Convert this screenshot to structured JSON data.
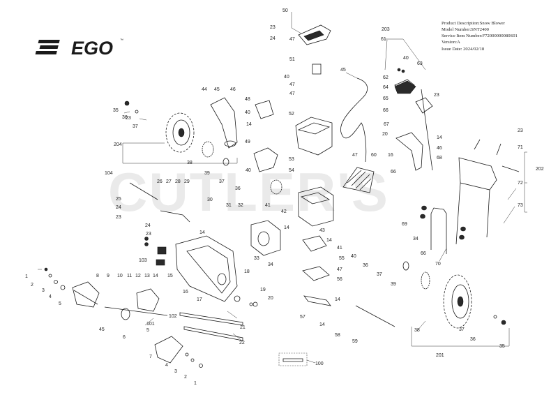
{
  "brand": {
    "logo_text": "EGO",
    "trademark": "™"
  },
  "watermark": "CUTLER'S",
  "product_info": {
    "description": "Product Description:Snow Blower",
    "model": "Model Number:SNT2400",
    "service_item": "Service Item Number:F72000000080S01",
    "version": "Version:A",
    "issue_date": "Issue Date: 2024/02/18"
  },
  "callouts": [
    {
      "id": "c1",
      "t": "1"
    },
    {
      "id": "c2",
      "t": "2"
    },
    {
      "id": "c3",
      "t": "3"
    },
    {
      "id": "c4",
      "t": "4"
    },
    {
      "id": "c5",
      "t": "5"
    },
    {
      "id": "c6",
      "t": "6"
    },
    {
      "id": "c7",
      "t": "7"
    },
    {
      "id": "c8",
      "t": "8"
    },
    {
      "id": "c9",
      "t": "9"
    },
    {
      "id": "c10",
      "t": "10"
    },
    {
      "id": "c11",
      "t": "11"
    },
    {
      "id": "c12",
      "t": "12"
    },
    {
      "id": "c13",
      "t": "13"
    },
    {
      "id": "c14a",
      "t": "14"
    },
    {
      "id": "c15",
      "t": "15"
    },
    {
      "id": "c16",
      "t": "16"
    },
    {
      "id": "c17",
      "t": "17"
    },
    {
      "id": "c18",
      "t": "18"
    },
    {
      "id": "c19",
      "t": "19"
    },
    {
      "id": "c20",
      "t": "20"
    },
    {
      "id": "c21",
      "t": "21"
    },
    {
      "id": "c22",
      "t": "22"
    },
    {
      "id": "c23a",
      "t": "23"
    },
    {
      "id": "c24a",
      "t": "24"
    },
    {
      "id": "c25",
      "t": "25"
    },
    {
      "id": "c26",
      "t": "26"
    },
    {
      "id": "c27",
      "t": "27"
    },
    {
      "id": "c28",
      "t": "28"
    },
    {
      "id": "c29",
      "t": "29"
    },
    {
      "id": "c30",
      "t": "30"
    },
    {
      "id": "c31",
      "t": "31"
    },
    {
      "id": "c32",
      "t": "32"
    },
    {
      "id": "c33",
      "t": "33"
    },
    {
      "id": "c34a",
      "t": "34"
    },
    {
      "id": "c35a",
      "t": "35"
    },
    {
      "id": "c36a",
      "t": "36"
    },
    {
      "id": "c37a",
      "t": "37"
    },
    {
      "id": "c38a",
      "t": "38"
    },
    {
      "id": "c39a",
      "t": "39"
    },
    {
      "id": "c40a",
      "t": "40"
    },
    {
      "id": "c41a",
      "t": "41"
    },
    {
      "id": "c42",
      "t": "42"
    },
    {
      "id": "c43",
      "t": "43"
    },
    {
      "id": "c44",
      "t": "44"
    },
    {
      "id": "c45a",
      "t": "45"
    },
    {
      "id": "c46a",
      "t": "46"
    },
    {
      "id": "c47a",
      "t": "47"
    },
    {
      "id": "c48",
      "t": "48"
    },
    {
      "id": "c49",
      "t": "49"
    },
    {
      "id": "c50",
      "t": "50"
    },
    {
      "id": "c51",
      "t": "51"
    },
    {
      "id": "c52",
      "t": "52"
    },
    {
      "id": "c53",
      "t": "53"
    },
    {
      "id": "c54",
      "t": "54"
    },
    {
      "id": "c55",
      "t": "55"
    },
    {
      "id": "c56",
      "t": "56"
    },
    {
      "id": "c57",
      "t": "57"
    },
    {
      "id": "c58",
      "t": "58"
    },
    {
      "id": "c59",
      "t": "59"
    },
    {
      "id": "c60",
      "t": "60"
    },
    {
      "id": "c61",
      "t": "61"
    },
    {
      "id": "c62",
      "t": "62"
    },
    {
      "id": "c63",
      "t": "63"
    },
    {
      "id": "c64",
      "t": "64"
    },
    {
      "id": "c65",
      "t": "65"
    },
    {
      "id": "c66a",
      "t": "66"
    },
    {
      "id": "c67",
      "t": "67"
    },
    {
      "id": "c68",
      "t": "68"
    },
    {
      "id": "c69",
      "t": "69"
    },
    {
      "id": "c70",
      "t": "70"
    },
    {
      "id": "c71",
      "t": "71"
    },
    {
      "id": "c72",
      "t": "72"
    },
    {
      "id": "c73",
      "t": "73"
    },
    {
      "id": "c100",
      "t": "100"
    },
    {
      "id": "c101",
      "t": "101"
    },
    {
      "id": "c102",
      "t": "102"
    },
    {
      "id": "c103",
      "t": "103"
    },
    {
      "id": "c104",
      "t": "104"
    },
    {
      "id": "c201",
      "t": "201"
    },
    {
      "id": "c202",
      "t": "202"
    },
    {
      "id": "c203",
      "t": "203"
    },
    {
      "id": "c204",
      "t": "204"
    },
    {
      "id": "c1b",
      "t": "1"
    },
    {
      "id": "c2b",
      "t": "2"
    },
    {
      "id": "c3b",
      "t": "3"
    },
    {
      "id": "c4b",
      "t": "4"
    },
    {
      "id": "c5b",
      "t": "5"
    },
    {
      "id": "c14b",
      "t": "14"
    },
    {
      "id": "c14c",
      "t": "14"
    },
    {
      "id": "c14d",
      "t": "14"
    },
    {
      "id": "c14e",
      "t": "14"
    },
    {
      "id": "c14f",
      "t": "14"
    },
    {
      "id": "c14g",
      "t": "14"
    },
    {
      "id": "c14h",
      "t": "14"
    },
    {
      "id": "c16b",
      "t": "16"
    },
    {
      "id": "c20b",
      "t": "20"
    },
    {
      "id": "c23b",
      "t": "23"
    },
    {
      "id": "c23c",
      "t": "23"
    },
    {
      "id": "c23d",
      "t": "23"
    },
    {
      "id": "c23e",
      "t": "23"
    },
    {
      "id": "c24b",
      "t": "24"
    },
    {
      "id": "c24c",
      "t": "24"
    },
    {
      "id": "c34b",
      "t": "34"
    },
    {
      "id": "c35b",
      "t": "35"
    },
    {
      "id": "c36b",
      "t": "36"
    },
    {
      "id": "c36c",
      "t": "36"
    },
    {
      "id": "c36d",
      "t": "36"
    },
    {
      "id": "c37b",
      "t": "37"
    },
    {
      "id": "c37c",
      "t": "37"
    },
    {
      "id": "c37d",
      "t": "37"
    },
    {
      "id": "c38b",
      "t": "38"
    },
    {
      "id": "c39b",
      "t": "39"
    },
    {
      "id": "c40b",
      "t": "40"
    },
    {
      "id": "c40c",
      "t": "40"
    },
    {
      "id": "c40d",
      "t": "40"
    },
    {
      "id": "c40e",
      "t": "40"
    },
    {
      "id": "c41b",
      "t": "41"
    },
    {
      "id": "c45b",
      "t": "45"
    },
    {
      "id": "c45c",
      "t": "45"
    },
    {
      "id": "c46b",
      "t": "46"
    },
    {
      "id": "c47b",
      "t": "47"
    },
    {
      "id": "c47c",
      "t": "47"
    },
    {
      "id": "c47d",
      "t": "47"
    },
    {
      "id": "c47e",
      "t": "47"
    },
    {
      "id": "c66b",
      "t": "66"
    },
    {
      "id": "c66c",
      "t": "66"
    },
    {
      "id": "c23f",
      "t": "23"
    }
  ]
}
